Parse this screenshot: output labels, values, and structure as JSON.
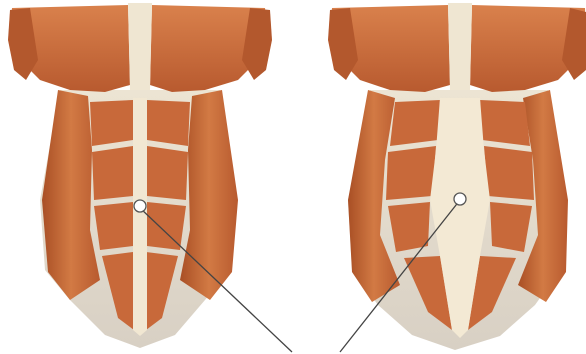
{
  "figure": {
    "panels": [
      {
        "id": "torso-left",
        "marker": "white-circle-marker"
      },
      {
        "id": "torso-right",
        "marker": "white-circle-marker"
      }
    ],
    "colors": {
      "background": "#ffffff",
      "muscle": "#c8693a",
      "muscle_dark": "#a24f27",
      "muscle_light": "#de8a56",
      "tendon": "#efe4cf",
      "linea_alba": "#f3ead6",
      "fascia_edge": "#ddd3c4",
      "pointer_line": "#444444"
    }
  }
}
